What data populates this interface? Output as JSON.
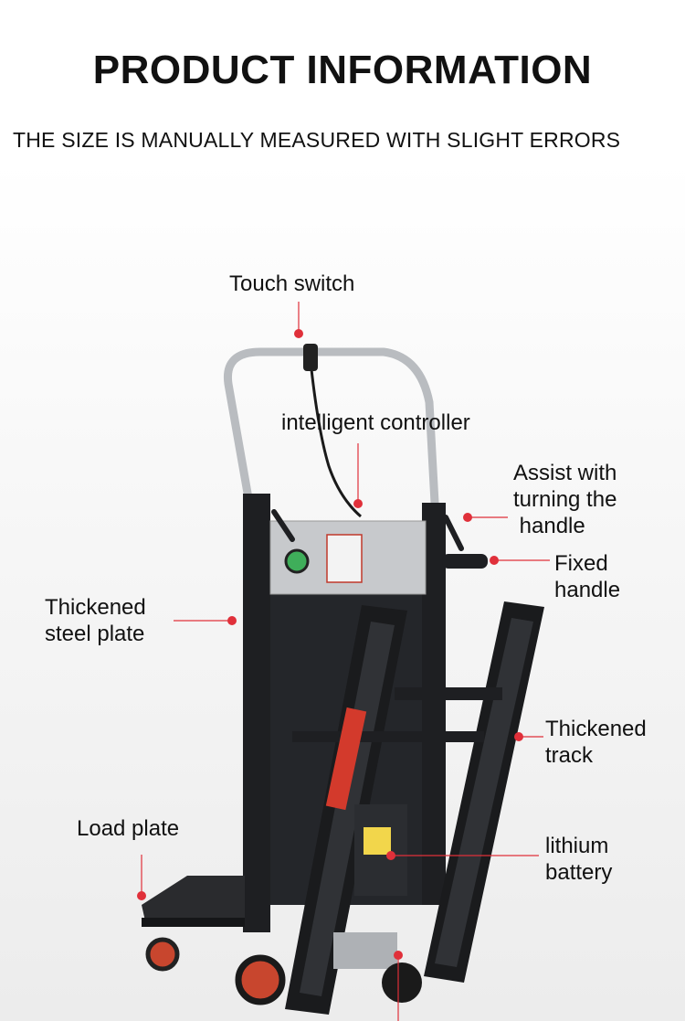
{
  "header": {
    "title": "PRODUCT INFORMATION",
    "subtitle": "THE SIZE IS MANUALLY MEASURED WITH SLIGHT ERRORS"
  },
  "callouts": {
    "touch_switch": "Touch switch",
    "intelligent_controller": "intelligent controller",
    "assist_turning_handle": "Assist with\nturning the\n handle",
    "fixed_handle": "Fixed\nhandle",
    "thickened_steel_plate": "Thickened\nsteel plate",
    "thickened_track": "Thickened\ntrack",
    "load_plate": "Load plate",
    "lithium_battery": "lithium\nbattery"
  },
  "colors": {
    "marker": "#e0303a",
    "frame": "#1e1f22",
    "steel": "#c7c9cc",
    "wheel": "#c8462e"
  },
  "icons": {
    "marker": "red-dot-marker"
  }
}
